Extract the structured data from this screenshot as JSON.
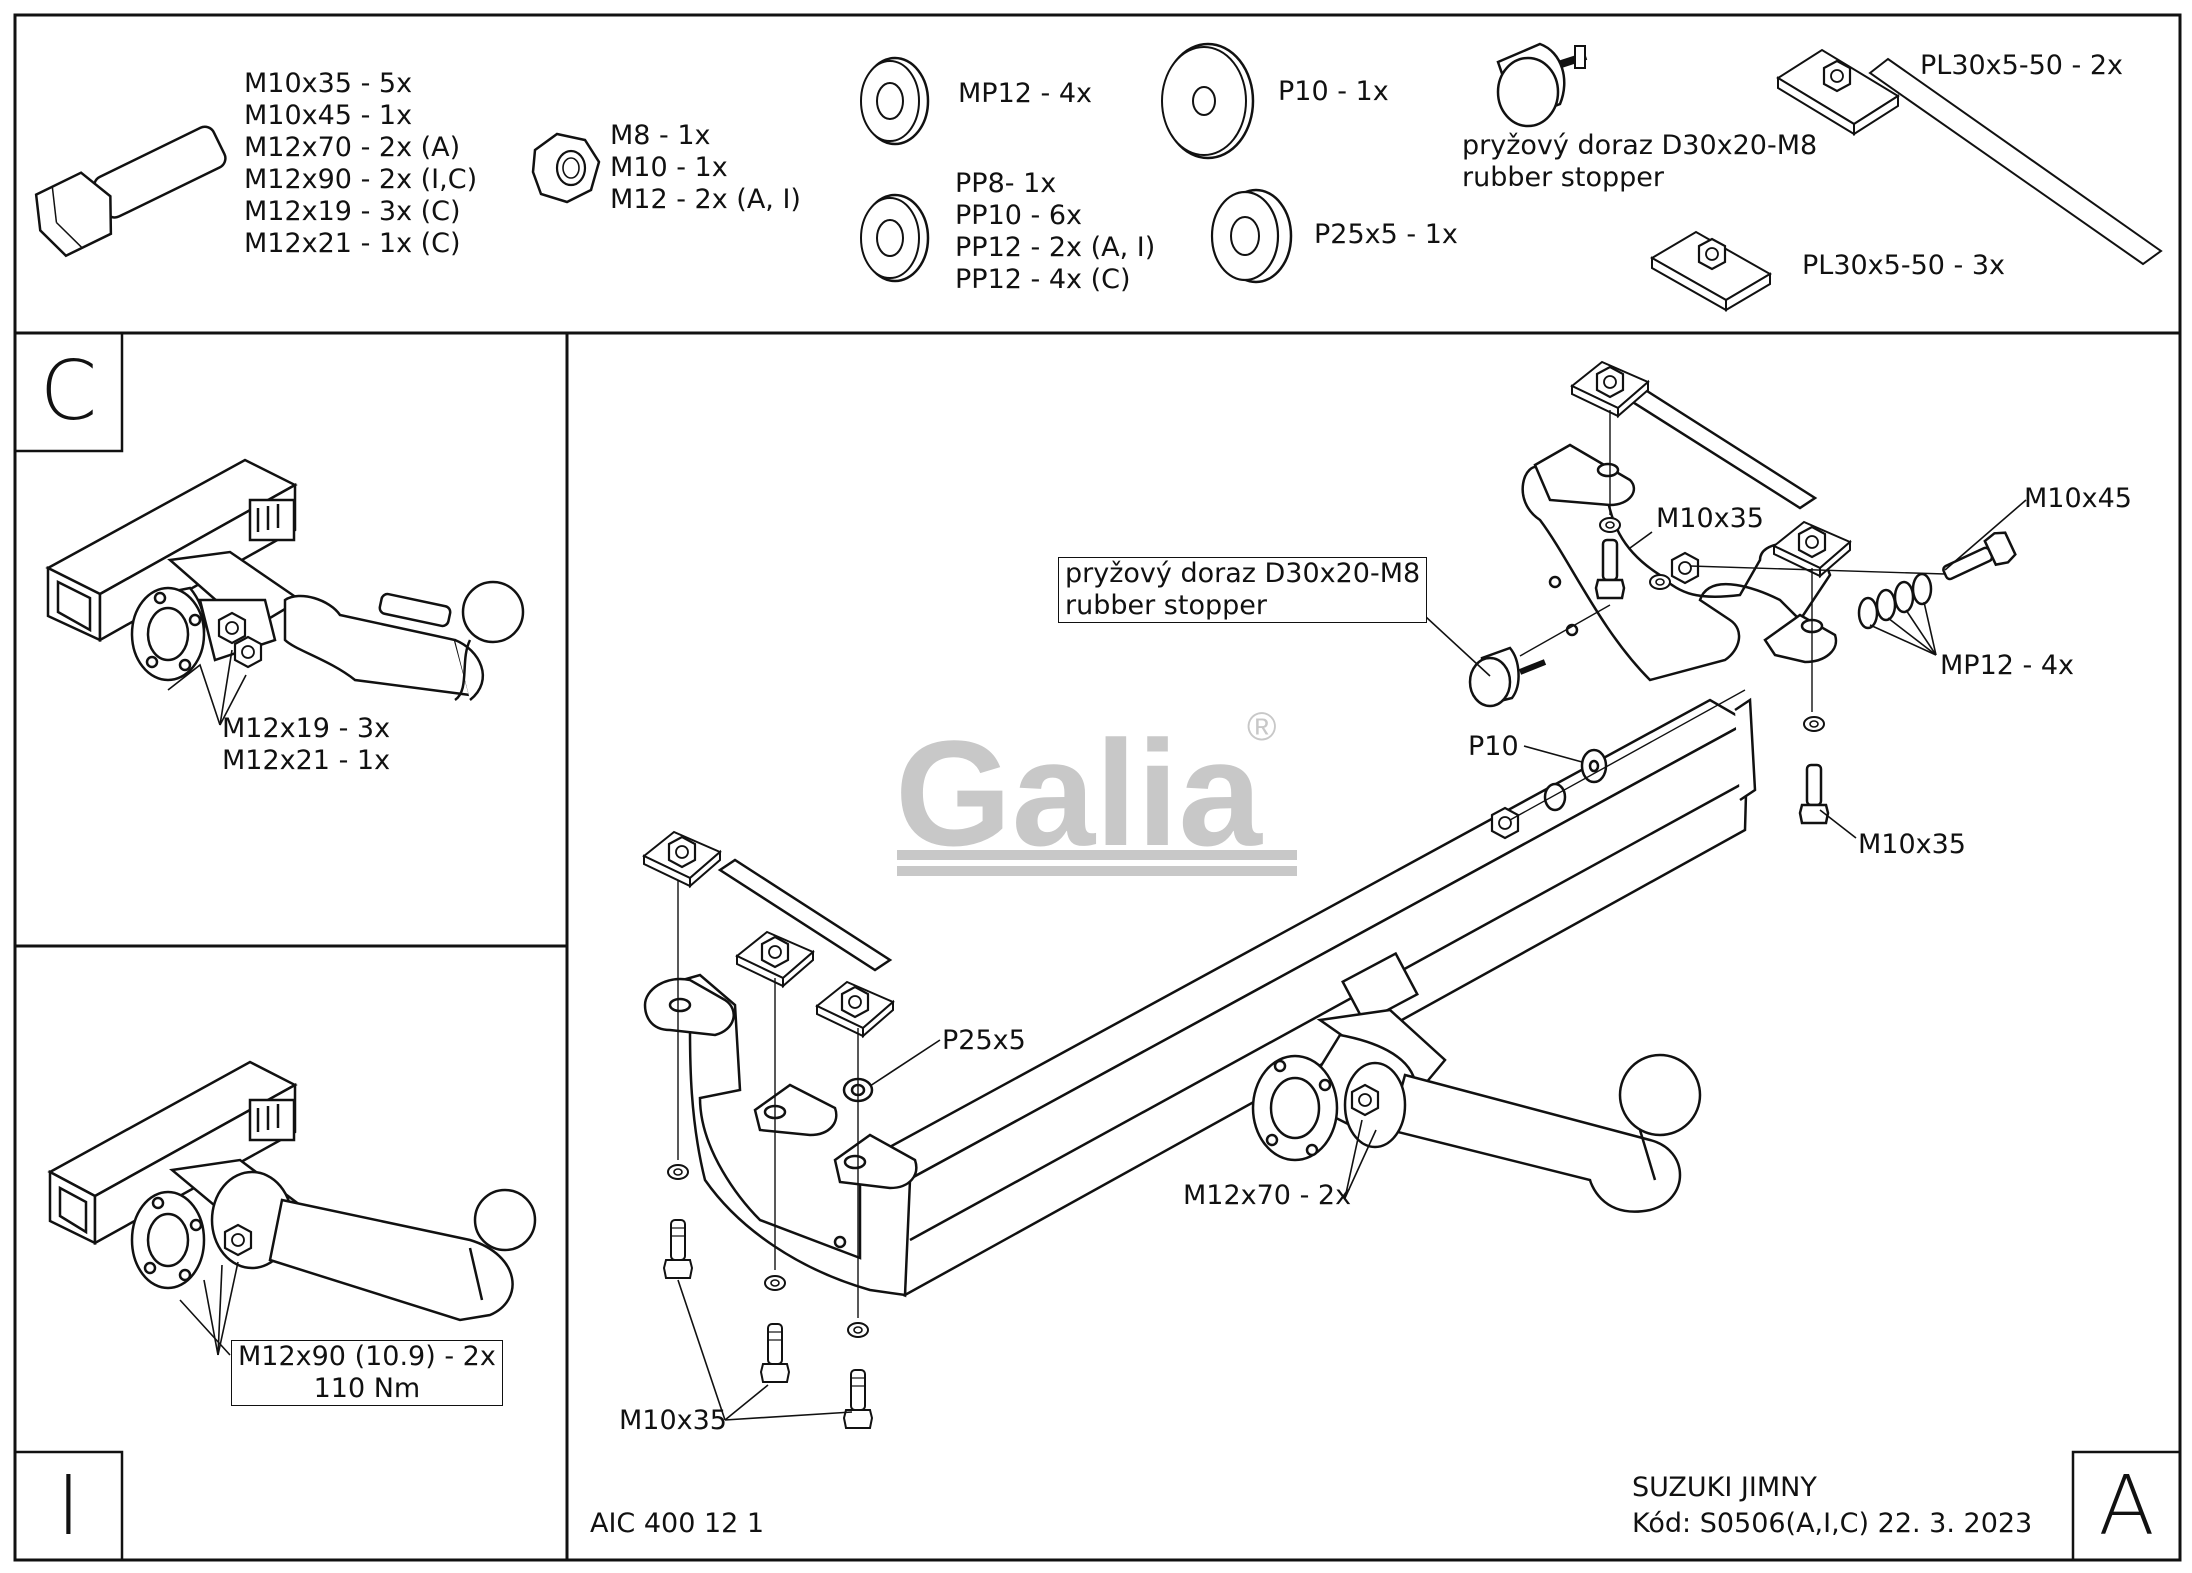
{
  "parts_list": {
    "bolts": [
      "M10x35 - 5x",
      "M10x45 - 1x",
      "M12x70 - 2x (A)",
      "M12x90 - 2x (I,C)",
      "M12x19 - 3x (C)",
      "M12x21 - 1x (C)"
    ],
    "nuts": [
      "M8 - 1x",
      "M10 - 1x",
      "M12 - 2x (A, I)"
    ],
    "washer_mp12": "MP12 - 4x",
    "washers_pp": [
      "PP8- 1x",
      "PP10 - 6x",
      "PP12 - 2x (A, I)",
      "PP12 - 4x (C)"
    ],
    "washer_p10": "P10 - 1x",
    "washer_p25": "P25x5 - 1x",
    "stopper": [
      "pryžový doraz D30x20-M8",
      "rubber stopper"
    ],
    "plate_strap": "PL30x5-50 - 2x",
    "plate": "PL30x5-50 - 3x"
  },
  "panel_c": {
    "letter": "C",
    "callout": [
      "M12x19 - 3x",
      "M12x21 - 1x"
    ]
  },
  "panel_i": {
    "letter": "I",
    "callout": [
      "M12x90 (10.9) - 2x",
      "110 Nm"
    ]
  },
  "main": {
    "letter": "A",
    "logo": "Galia",
    "logo_mark": "®",
    "callout_stopper": [
      "pryžový doraz D30x20-M8",
      "rubber stopper"
    ],
    "label_m10x35_top": "M10x35",
    "label_m10x45": "M10x45",
    "label_mp12": "MP12 - 4x",
    "label_p10": "P10",
    "label_m10x35_right": "M10x35",
    "label_p25x5": "P25x5",
    "label_m12x70": "M12x70 - 2x",
    "label_m10x35_bottom": "M10x35",
    "drawing_code": "AIC 400 12 1",
    "vehicle": "SUZUKI JIMNY",
    "code_date": "Kód: S0506(A,I,C)  22. 3. 2023"
  },
  "colors": {
    "line": "#111111",
    "logo_gray": "#c8c8c8",
    "background": "#ffffff"
  }
}
